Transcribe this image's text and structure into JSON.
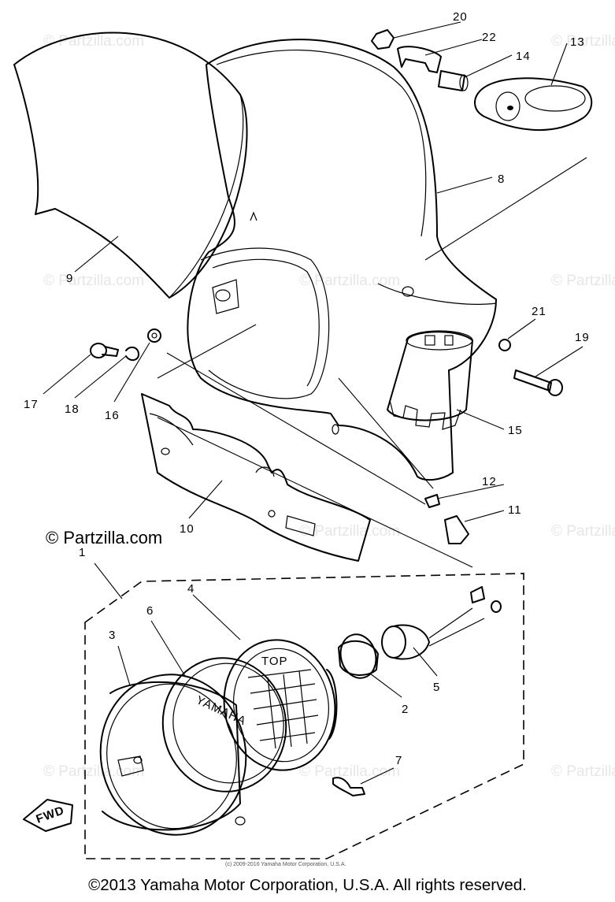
{
  "watermark": {
    "main_text": "© Partzilla.com",
    "faint_text": "© Partzilla.com"
  },
  "callouts": {
    "c1": "1",
    "c2": "2",
    "c3": "3",
    "c4": "4",
    "c5": "5",
    "c6": "6",
    "c7": "7",
    "c8": "8",
    "c9": "9",
    "c10": "10",
    "c11": "11",
    "c12": "12",
    "c13": "13",
    "c14": "14",
    "c15": "15",
    "c16": "16",
    "c17": "17",
    "c18": "18",
    "c19": "19",
    "c20": "20",
    "c21": "21",
    "c22": "22"
  },
  "lens_text": {
    "top": "TOP",
    "brand": "YAMAHA",
    "fwd": "FWD"
  },
  "small_copyright": "(c) 2009-2016 Yamaha Motor Corporation, U.S.A.",
  "copyright": "©2013 Yamaha Motor Corporation, U.S.A. All rights reserved."
}
